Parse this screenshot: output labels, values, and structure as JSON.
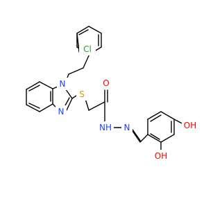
{
  "atoms": {
    "chlorine": {
      "text": "Cl",
      "color": "#2ca02c"
    },
    "nitrogen_ring_top": {
      "text": "N",
      "color": "#1f3fff"
    },
    "nitrogen_ring_bottom": {
      "text": "N",
      "color": "#1f3fff"
    },
    "sulfur": {
      "text": "S",
      "color": "#c8a000"
    },
    "carbonyl_oxygen": {
      "text": "O",
      "color": "#ff0000"
    },
    "amide_nh": {
      "text": "NH",
      "color": "#1f3fff"
    },
    "imine_nitrogen": {
      "text": "N",
      "color": "#1f3fff"
    },
    "hydroxyl_para": {
      "text": "OH",
      "color": "#ff0000"
    },
    "hydroxyl_ortho": {
      "text": "OH",
      "color": "#ff0000"
    }
  }
}
